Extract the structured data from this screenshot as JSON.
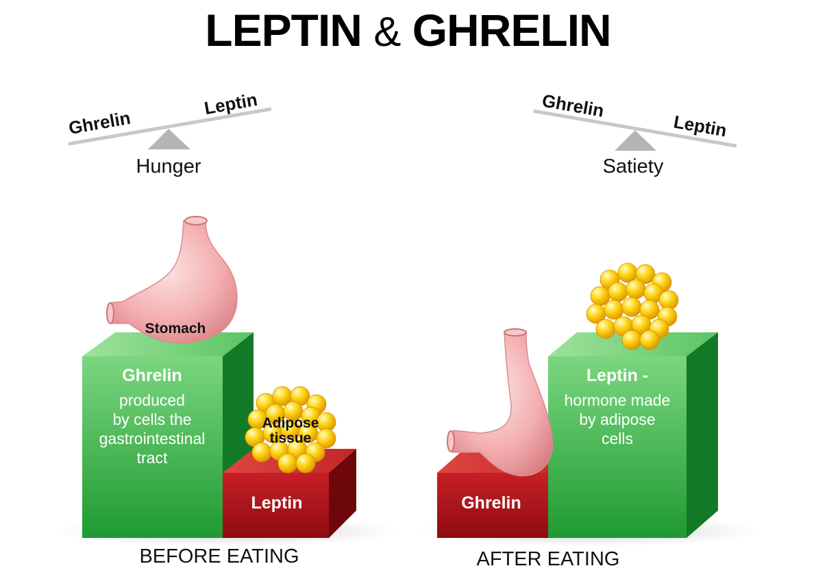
{
  "title": {
    "word1": "LEPTIN",
    "amp": "&",
    "word2": "GHRELIN"
  },
  "before": {
    "scale": {
      "left_label": "Ghrelin",
      "right_label": "Leptin",
      "state": "Hunger"
    },
    "stomach_label": "Stomach",
    "green_box": {
      "title": "Ghrelin",
      "line1": "produced",
      "line2": "by cells the",
      "line3": "gastrointestinal",
      "line4": "tract"
    },
    "adipose_label_1": "Adipose",
    "adipose_label_2": "tissue",
    "red_box_label": "Leptin",
    "caption": "BEFORE EATING"
  },
  "after": {
    "scale": {
      "left_label": "Ghrelin",
      "right_label": "Leptin",
      "state": "Satiety"
    },
    "red_box_label": "Ghrelin",
    "green_box": {
      "title": "Leptin -",
      "line1": "hormone made",
      "line2": "by adipose",
      "line3": "cells"
    },
    "caption": "AFTER EATING"
  },
  "colors": {
    "green": "#3fb34f",
    "red": "#b3141b",
    "stomach": "#f2a7a9",
    "fat": "#f7c500",
    "scale": "#c8c8c8"
  }
}
